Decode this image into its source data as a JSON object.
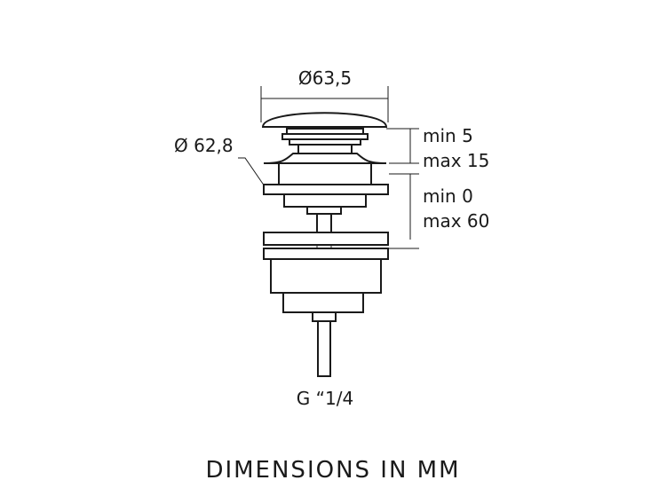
{
  "dimensions": {
    "cap_diameter": "Ø63,5",
    "flange_diameter": "Ø 62,8",
    "min_5": "min 5",
    "max_15": "max 15",
    "min_0": "min 0",
    "max_60": "max 60",
    "thread": "G “1/4"
  },
  "caption": "DIMENSIONS IN MM"
}
